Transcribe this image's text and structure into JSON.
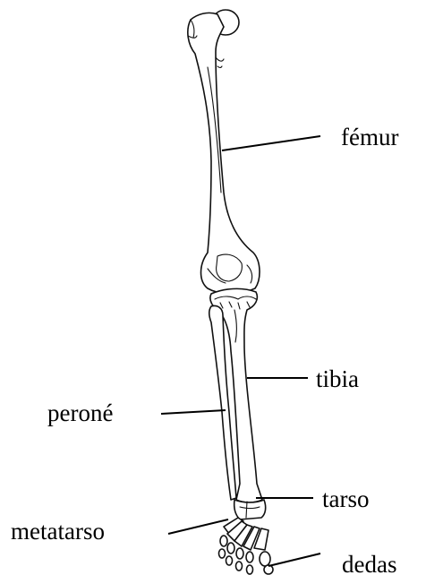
{
  "colors": {
    "background": "#ffffff",
    "line": "#000000"
  },
  "labels": {
    "femur": "fémur",
    "tibia": "tibia",
    "perone": "peroné",
    "tarso": "tarso",
    "metatarso": "metatarso",
    "dedas": "dedas"
  }
}
